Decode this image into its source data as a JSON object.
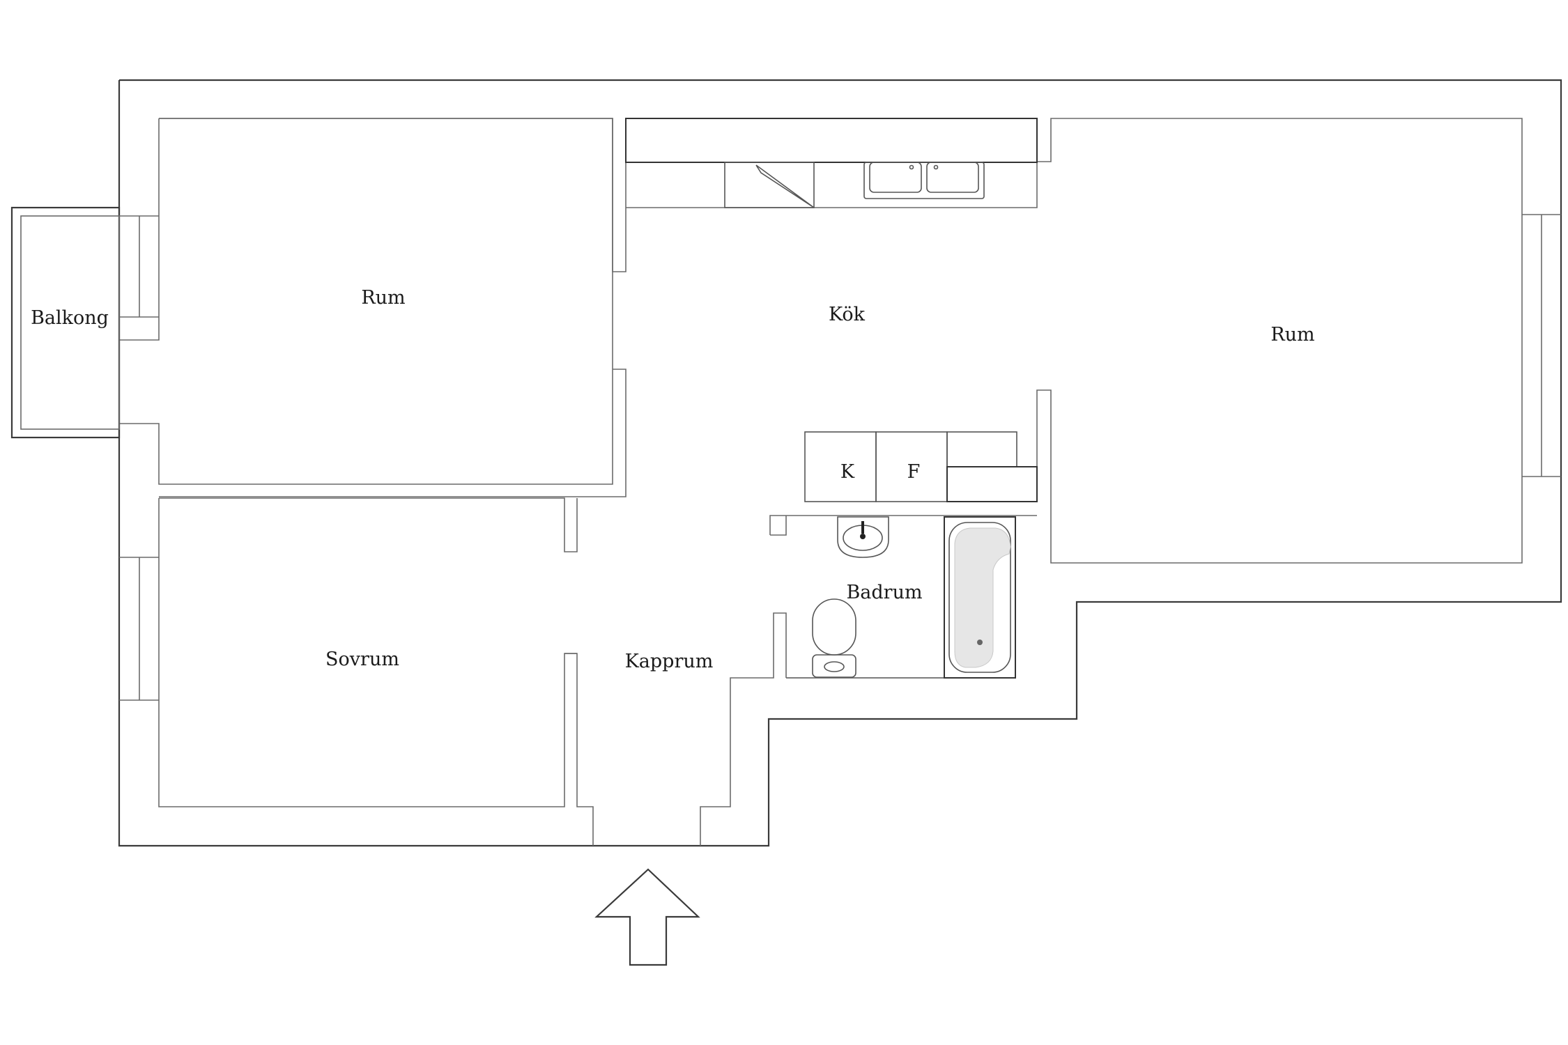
{
  "labels": {
    "balkong": "Balkong",
    "rum_left": "Rum",
    "kok": "Kök",
    "rum_right": "Rum",
    "fridge": "K",
    "freezer": "F",
    "badrum": "Badrum",
    "sovrum": "Sovrum",
    "kapprum": "Kapprum"
  },
  "icons": {
    "entrance": "entrance-arrow-icon",
    "sink": "kitchen-sink-icon",
    "stove": "stove-icon",
    "washbasin": "washbasin-icon",
    "toilet": "toilet-icon",
    "bathtub": "bathtub-icon"
  },
  "colors": {
    "line": "#3a3a3a",
    "background": "#ffffff",
    "bathtub_fill": "#e6e6e6"
  }
}
